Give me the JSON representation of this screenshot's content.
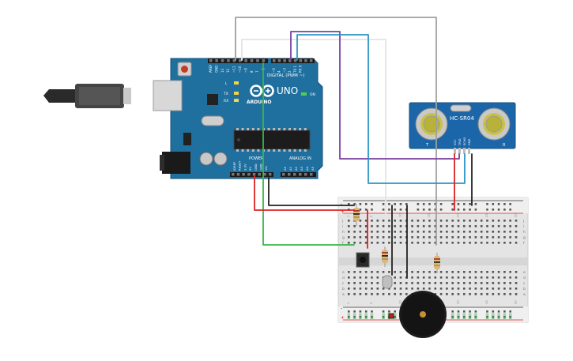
{
  "arduino": {
    "logo_text": "ARDUINO",
    "model": "UNO",
    "digital_header_label": "DIGITAL (PWM ~)",
    "power_label": "POWER",
    "analog_label": "ANALOG IN",
    "led_labels": [
      "L",
      "TX",
      "RX"
    ],
    "on_label": "ON",
    "top_pin_labels": [
      "AREF",
      "GND",
      "13",
      "12",
      "~11",
      "~10",
      "~9",
      "8",
      "7",
      "~6",
      "~5",
      "4",
      "~3",
      "2",
      "TX 1",
      "RX 0"
    ],
    "power_pin_labels": [
      "IOREF",
      "RESET",
      "3.3V",
      "5V",
      "GND",
      "GND",
      "Vin"
    ],
    "analog_pin_labels": [
      "A0",
      "A1",
      "A2",
      "A3",
      "A4",
      "A5"
    ]
  },
  "sensor": {
    "model_label": "HC-SR04",
    "left_mark": "T",
    "right_mark": "R",
    "pin_labels": [
      "VCC",
      "TRIG",
      "ECHO",
      "GND"
    ]
  },
  "breadboard": {
    "row_letters_top": [
      "j",
      "i",
      "h",
      "g",
      "f"
    ],
    "row_letters_bottom": [
      "e",
      "d",
      "c",
      "b",
      "a"
    ],
    "column_numbers": [
      "1",
      "5",
      "10",
      "15",
      "20",
      "25",
      "30"
    ],
    "rail_plus": "+",
    "rail_minus": "-"
  },
  "colors": {
    "arduino_blue": "#1f6f9f",
    "wire_red": "#e02020",
    "wire_black": "#222222",
    "wire_gray": "#a0a0a0",
    "wire_purple": "#7b3f9e",
    "wire_teal": "#2a96c4",
    "wire_green": "#3ab54a",
    "wire_white": "#e6e6e6"
  }
}
